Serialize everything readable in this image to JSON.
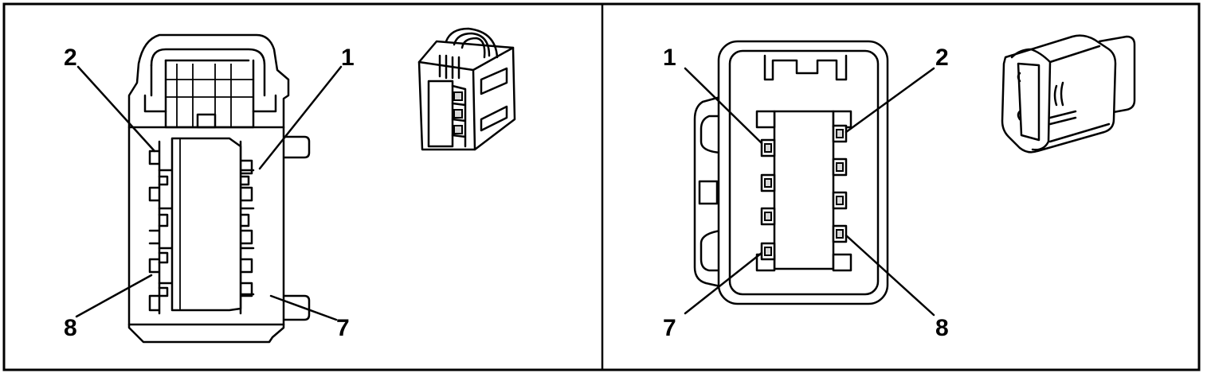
{
  "diagram": {
    "left_connector": {
      "pin_labels": {
        "top_left": "2",
        "top_right": "1",
        "bottom_left": "8",
        "bottom_right": "7"
      }
    },
    "right_connector": {
      "pin_labels": {
        "top_left": "1",
        "top_right": "2",
        "bottom_left": "7",
        "bottom_right": "8"
      }
    }
  }
}
